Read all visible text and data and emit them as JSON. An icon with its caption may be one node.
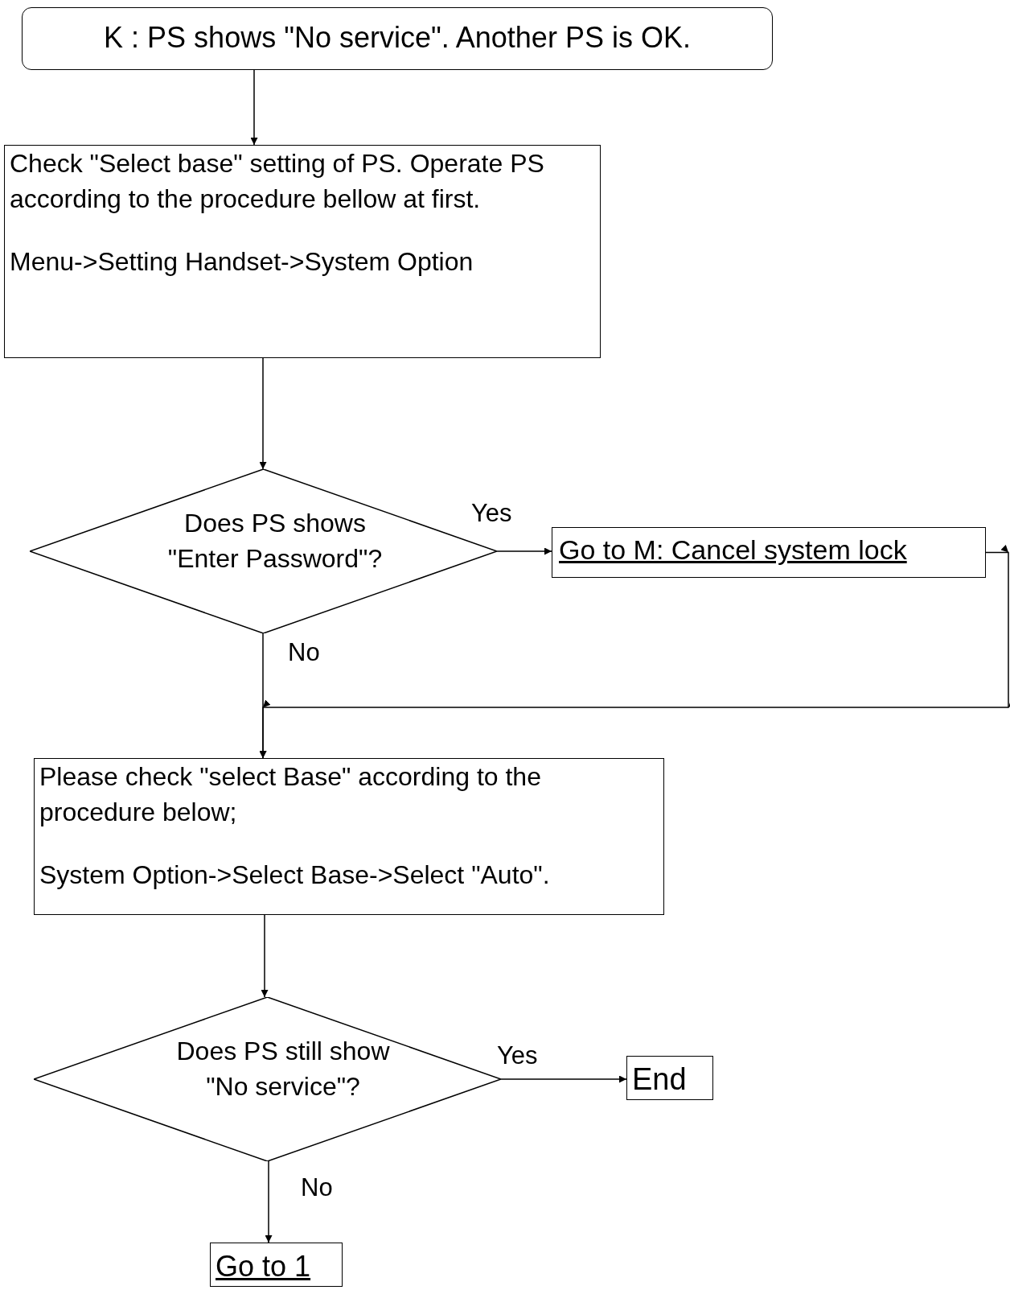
{
  "diagram": {
    "nodes": [
      {
        "text": [
          "K : PS shows \"No service\". Another PS is OK."
        ]
      },
      {
        "text": [
          "Check \"Select base\" setting of PS. Operate PS according to the procedure bellow at first.",
          "Menu->Setting Handset->System Option"
        ]
      },
      {
        "text": [
          "Does PS shows \"Enter Password\"?"
        ]
      },
      {
        "text": [
          "Go to M: Cancel  system lock"
        ]
      },
      {
        "text": [
          "Please check \"select Base\" according to the procedure below;",
          "System Option->Select Base->Select \"Auto\"."
        ]
      },
      {
        "text": [
          "Does PS still show \"No service\"?"
        ]
      },
      {
        "text": [
          "End"
        ]
      },
      {
        "text": [
          "Go to 1"
        ]
      }
    ],
    "edges": [
      {
        "from": 0,
        "to": 1,
        "arrow": "to"
      },
      {
        "from": 1,
        "to": 2,
        "arrow": "to"
      },
      {
        "from": 2,
        "to": 3,
        "arrow": "to",
        "label": "Yes"
      },
      {
        "from": 2,
        "to": 4,
        "arrow": "to",
        "label": "No"
      },
      {
        "from": 3,
        "to": 4,
        "arrow": "to"
      },
      {
        "from": 4,
        "to": 5,
        "arrow": "to"
      },
      {
        "from": 5,
        "to": 6,
        "arrow": "to",
        "label": "Yes"
      },
      {
        "from": 5,
        "to": 7,
        "arrow": "to",
        "label": "No"
      }
    ]
  }
}
